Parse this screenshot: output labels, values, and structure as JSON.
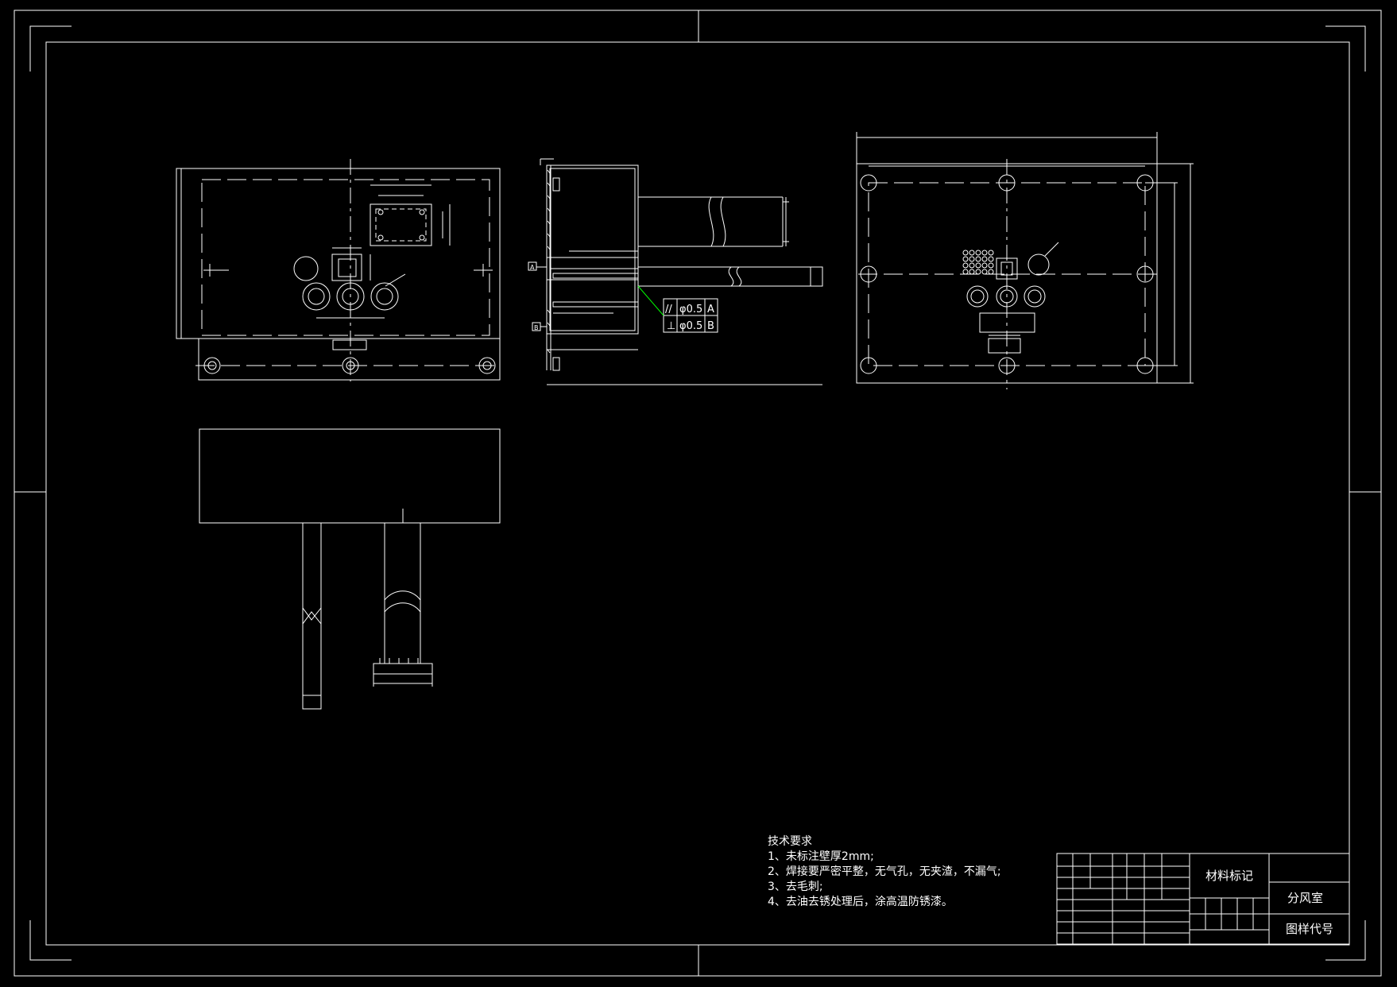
{
  "tech_requirements": {
    "title": "技术要求",
    "items": [
      "1、未标注壁厚2mm;",
      "2、焊接要严密平整，无气孔，无夹渣，不漏气;",
      "3、去毛刺;",
      "4、去油去锈处理后，涂高温防锈漆。"
    ]
  },
  "title_block": {
    "material_label": "材料标记",
    "part_name": "分风室",
    "drawing_number_label": "图样代号"
  },
  "tolerances": [
    {
      "symbol": "//",
      "value": "φ0.5",
      "datum": "A"
    },
    {
      "symbol": "⊥",
      "value": "φ0.5",
      "datum": "B"
    }
  ],
  "datum_labels": [
    "A",
    "B"
  ],
  "colors": {
    "background": "#000000",
    "line": "#ffffff",
    "accent": "#00ff00"
  }
}
